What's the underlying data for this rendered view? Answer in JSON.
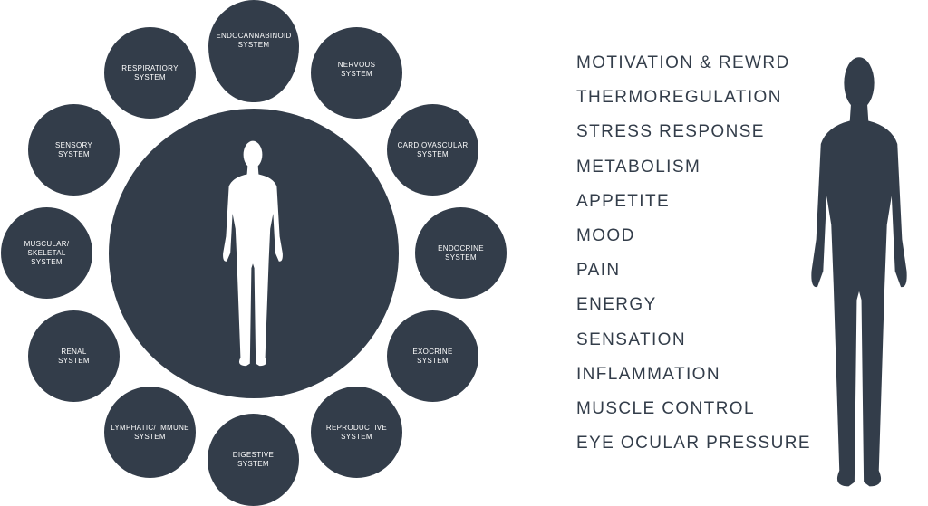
{
  "colors": {
    "primary": "#333d4a",
    "figure_inner": "#ffffff"
  },
  "systems": [
    "ENDOCANNABINOID\nSYSTEM",
    "RESPIRATIORY\nSYSTEM",
    "NERVOUS\nSYSTEM",
    "SENSORY\nSYSTEM",
    "CARDIOVASCULAR\nSYSTEM",
    "MUSCULAR/\nSKELETAL\nSYSTEM",
    "ENDOCRINE\nSYSTEM",
    "RENAL\nSYSTEM",
    "EXOCRINE\nSYSTEM",
    "LYMPHATIC/ IMMUNE\nSYSTEM",
    "REPRODUCTIVE\nSYSTEM",
    "DIGESTIVE\nSYSTEM"
  ],
  "functions": [
    "MOTIVATION & REWRD",
    "THERMOREGULATION",
    "STRESS RESPONSE",
    "METABOLISM",
    "APPETITE",
    "MOOD",
    "PAIN",
    "ENERGY",
    "SENSATION",
    "INFLAMMATION",
    "MUSCLE CONTROL",
    "EYE OCULAR PRESSURE"
  ]
}
